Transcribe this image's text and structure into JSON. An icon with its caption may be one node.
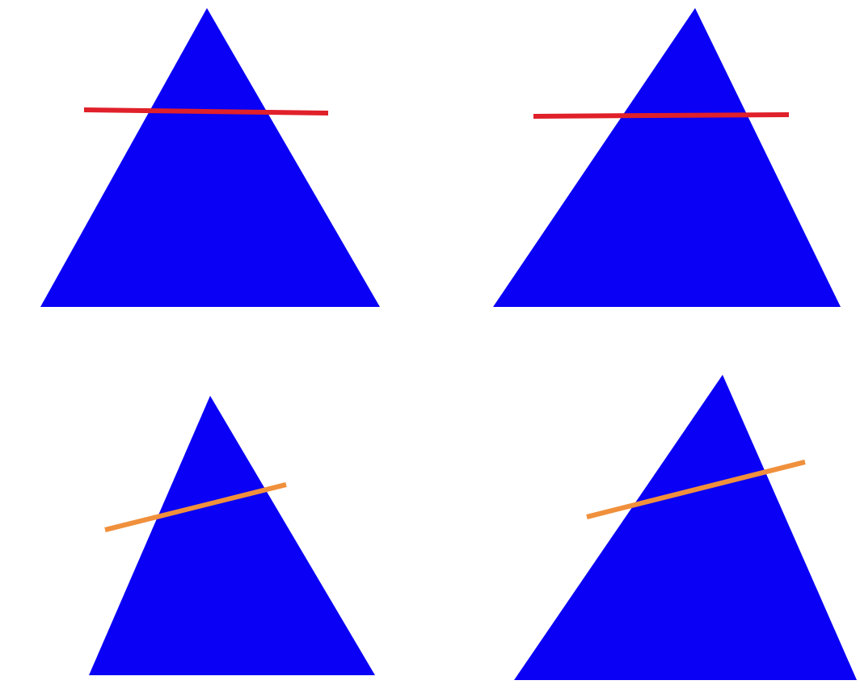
{
  "diagram": {
    "nodes": [
      {
        "text": [],
        "shape": "triangle"
      },
      {
        "text": [],
        "shape": "triangle"
      },
      {
        "text": [],
        "shape": "triangle"
      },
      {
        "text": [],
        "shape": "triangle"
      }
    ]
  }
}
